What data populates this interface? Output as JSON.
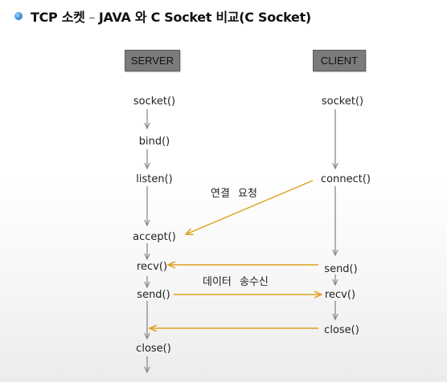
{
  "header": {
    "title_part1": "TCP 소켓",
    "title_dash": " – ",
    "title_part2": "JAVA 와 C Socket 비교(C Socket)"
  },
  "server": {
    "label": "SERVER",
    "calls": [
      "socket()",
      "bind()",
      "listen()",
      "accept()",
      "recv()",
      "send()",
      "close()"
    ]
  },
  "client": {
    "label": "CLIENT",
    "calls": [
      "socket()",
      "connect()",
      "send()",
      "recv()",
      "close()"
    ]
  },
  "annotations": {
    "connect_request": "연결 요청",
    "data_exchange": "데이터 송수신"
  },
  "colors": {
    "arrow_orange": "#e0a020",
    "arrow_gray": "#8a8a8a",
    "box_gray": "#7b7b7b"
  }
}
